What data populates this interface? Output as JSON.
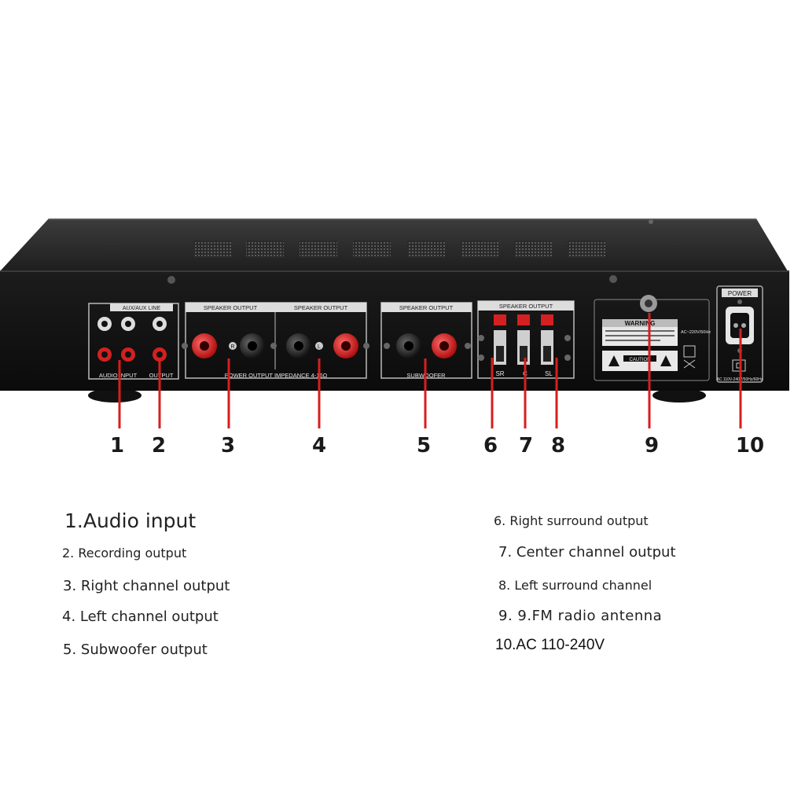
{
  "panel_labels": {
    "aux_line": "AUX/AUX LINE",
    "audio_input": "AUDIO INPUT",
    "output": "OUTPUT",
    "speaker_output": "SPEAKER OUTPUT",
    "power_output_impedance": "POWER OUTPUT IMPEDANCE 4-16Ω",
    "subwoofer": "SUBWOOFER",
    "sr": "SR",
    "c": "C",
    "sl": "SL",
    "r": "R",
    "l": "L",
    "warning": "WARNING",
    "caution": "CAUTION",
    "ac_rating": "AC~220V/50Hz",
    "power": "POWER",
    "ac_range": "AC 110V-240V/50Hz/60Hz"
  },
  "callout_numbers": [
    "1",
    "2",
    "3",
    "4",
    "5",
    "6",
    "7",
    "8",
    "9",
    "10"
  ],
  "legend_left": [
    "1.Audio input",
    "2. Recording output",
    "3. Right channel output",
    "4. Left channel output",
    "5. Subwoofer output"
  ],
  "legend_right": [
    "6. Right surround output",
    "7. Center channel output",
    "8. Left surround channel",
    "9. 9.FM radio antenna",
    "10.AC 110-240V"
  ],
  "colors": {
    "callout_line": "#d81e1e",
    "chassis": "#161616",
    "terminal_red": "#d42020"
  }
}
